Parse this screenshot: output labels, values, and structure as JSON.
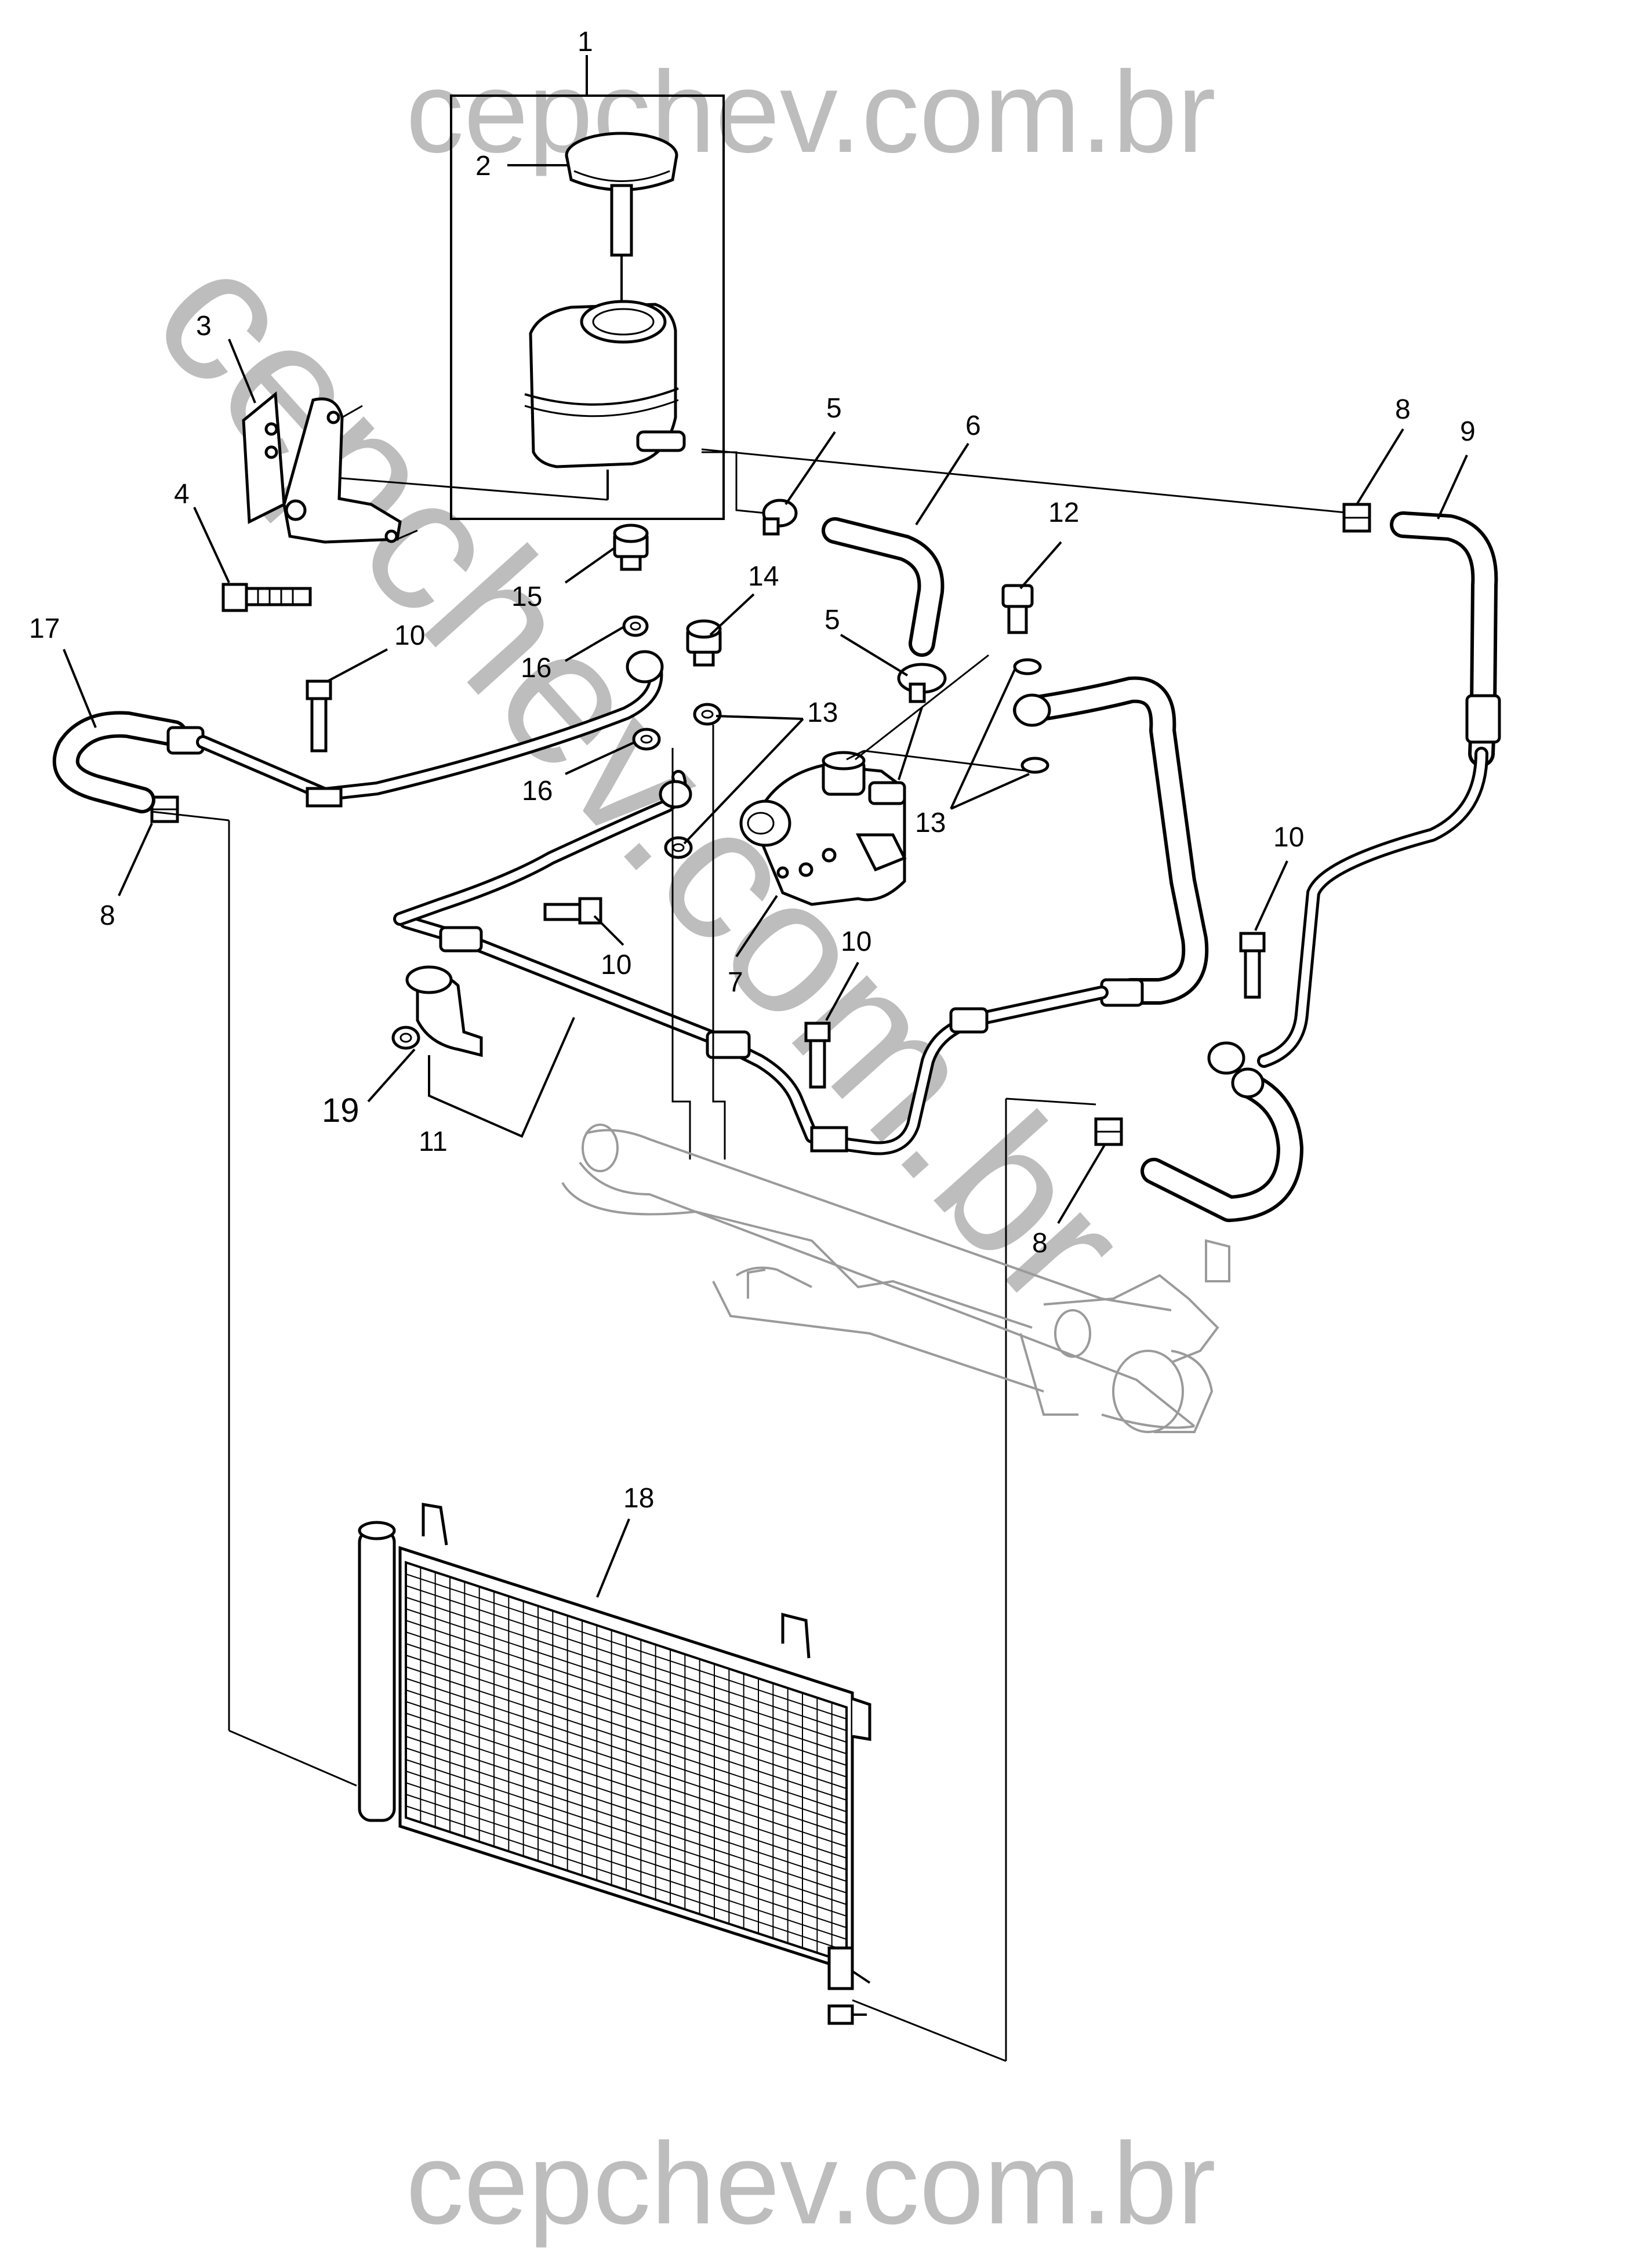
{
  "watermarks": {
    "top": "cepchev.com.br",
    "bottom": "cepchev.com.br",
    "diagonal": "cepchev.com.br"
  },
  "callouts": {
    "c1": "1",
    "c2": "2",
    "c3": "3",
    "c4": "4",
    "c5a": "5",
    "c5b": "5",
    "c6": "6",
    "c7": "7",
    "c8a": "8",
    "c8b": "8",
    "c8c": "8",
    "c9": "9",
    "c10a": "10",
    "c10b": "10",
    "c10c": "10",
    "c10d": "10",
    "c11": "11",
    "c12": "12",
    "c13a": "13",
    "c13b": "13",
    "c14": "14",
    "c15": "15",
    "c16a": "16",
    "c16b": "16",
    "c17": "17",
    "c18": "18",
    "c19": "19"
  }
}
